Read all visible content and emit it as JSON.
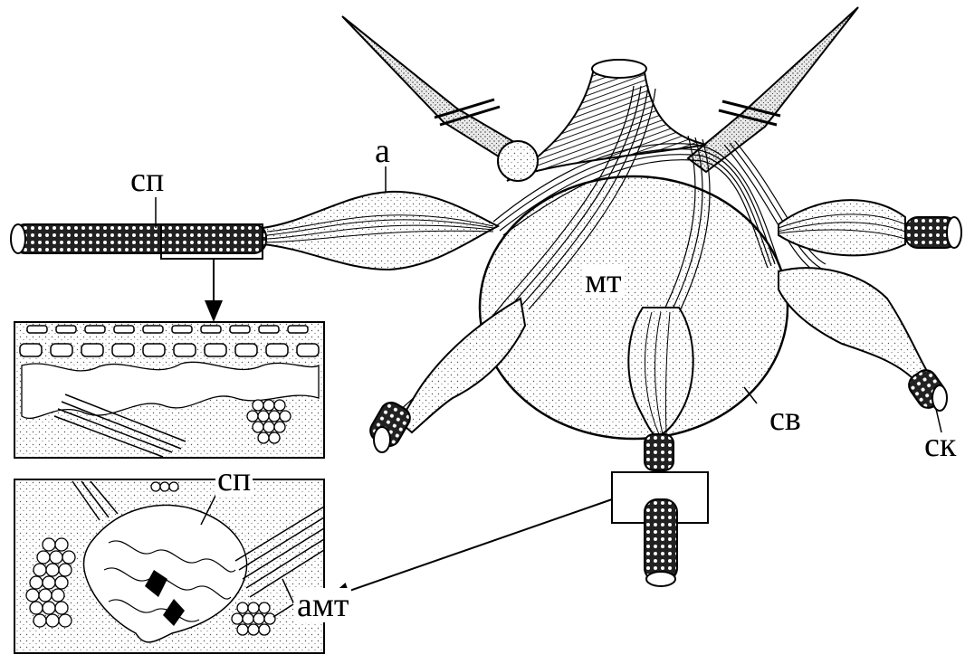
{
  "labels": {
    "sp_top": "сп",
    "a": "а",
    "mt": "мт",
    "sv": "св",
    "sk": "ск",
    "sp_bottom": "сп",
    "amt": "амт"
  },
  "colors": {
    "ink": "#000000",
    "paper": "#ffffff",
    "stipple": "#c8c8c8"
  }
}
